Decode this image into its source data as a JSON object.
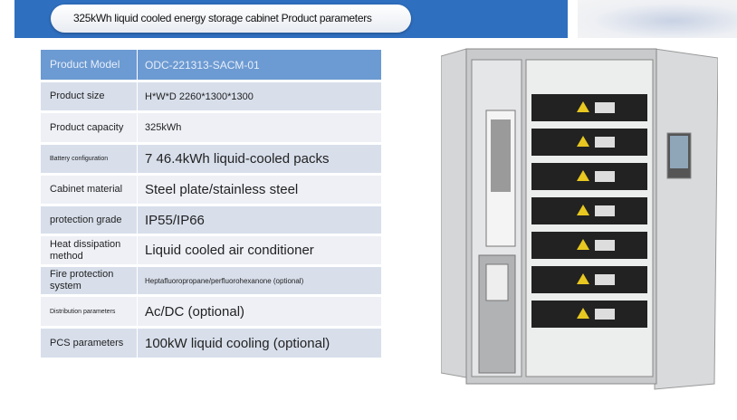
{
  "title": "325kWh liquid cooled energy storage cabinet Product parameters",
  "table": {
    "header": {
      "label": "Product Model",
      "value": "ODC-221313-SACM-01"
    },
    "rows": [
      {
        "label": "Product size",
        "value": "H*W*D 2260*1300*1300"
      },
      {
        "label": "Product capacity",
        "value": "325kWh"
      },
      {
        "label": "Battery configuration",
        "value": "7 46.4kWh liquid-cooled packs"
      },
      {
        "label": "Cabinet material",
        "value": "Steel plate/stainless steel"
      },
      {
        "label": "protection grade",
        "value": "IP55/IP66"
      },
      {
        "label": "Heat dissipation method",
        "value": "Liquid cooled air conditioner"
      },
      {
        "label": "Fire protection system",
        "value": "Heptafluoropropane/perfluorohexanone (optional)"
      },
      {
        "label": "Distribution parameters",
        "value": "Ac/DC (optional)"
      },
      {
        "label": "PCS parameters",
        "value": "100kW liquid cooling (optional)"
      }
    ]
  },
  "colors": {
    "banner": "#2f6fbf",
    "header_row": "#6c9ad2"
  }
}
